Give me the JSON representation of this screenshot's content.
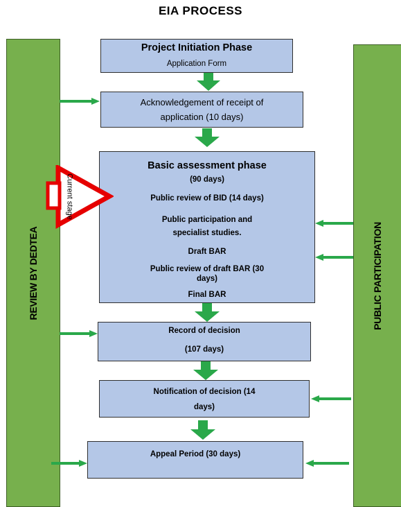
{
  "title": "EIA PROCESS",
  "left_bar": {
    "label": "REVIEW BY DEDTEA"
  },
  "right_bar": {
    "label": "PUBLIC PARTICIPATION"
  },
  "boxes": [
    {
      "lines": [
        "Project Initiation Phase",
        "Application  Form"
      ]
    },
    {
      "lines": [
        "Acknowledgement of receipt of",
        "application (10 days)"
      ]
    },
    {
      "lines": [
        "Basic assessment phase",
        "(90 days)",
        "Public review of BID (14 days)",
        "Public participation and",
        "specialist studies.",
        "Draft  BAR",
        "Public review of draft BAR (30",
        "days)",
        "Final  BAR"
      ]
    },
    {
      "lines": [
        "Record of decision",
        "(107 days)"
      ]
    },
    {
      "lines": [
        "Notification  of  decision (14",
        "days)"
      ]
    },
    {
      "lines": [
        "Appeal Period (30 days)"
      ]
    }
  ],
  "current_stage": {
    "text": "Current stage"
  },
  "colors": {
    "box_fill": "#b4c7e7",
    "bar_fill": "#77b04d",
    "arrow": "#2aa84a",
    "marker": "#e60000"
  }
}
